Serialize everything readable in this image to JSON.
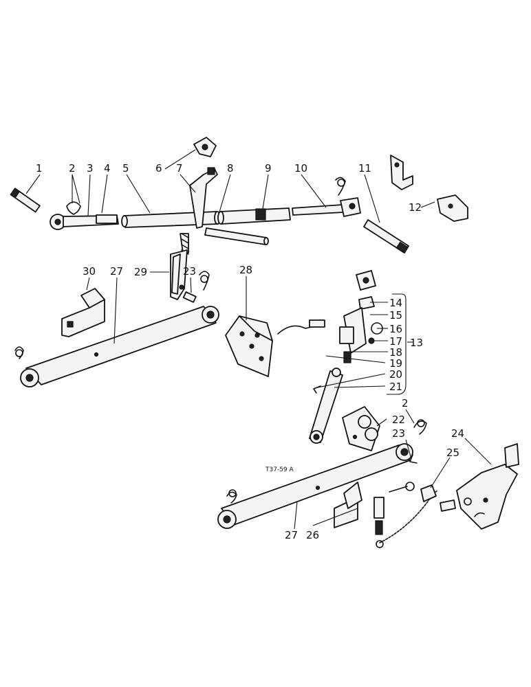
{
  "labels": [
    "1",
    "2",
    "3",
    "4",
    "5",
    "6",
    "7",
    "8",
    "9",
    "10",
    "11",
    "12",
    "13",
    "14",
    "15",
    "16",
    "17",
    "18",
    "19",
    "20",
    "21",
    "22",
    "23",
    "24",
    "25",
    "26",
    "27",
    "28",
    "29",
    "30"
  ],
  "callouts": {
    "p1": "1",
    "p2a": "2",
    "p3": "3",
    "p4": "4",
    "p5": "5",
    "p6": "6",
    "p7": "7",
    "p8": "8",
    "p9": "9",
    "p10": "10",
    "p11": "11",
    "p12": "12",
    "p13": "13",
    "p14": "14",
    "p15": "15",
    "p16": "16",
    "p17": "17",
    "p18": "18",
    "p19": "19",
    "p20": "20",
    "p21": "21",
    "p2b": "2",
    "p22": "22",
    "p23a": "23",
    "p23b": "23",
    "p24": "24",
    "p25": "25",
    "p26": "26",
    "p27a": "27",
    "p27b": "27",
    "p28": "28",
    "p29": "29",
    "p30": "30"
  },
  "drawing_code": "T37-59 A"
}
